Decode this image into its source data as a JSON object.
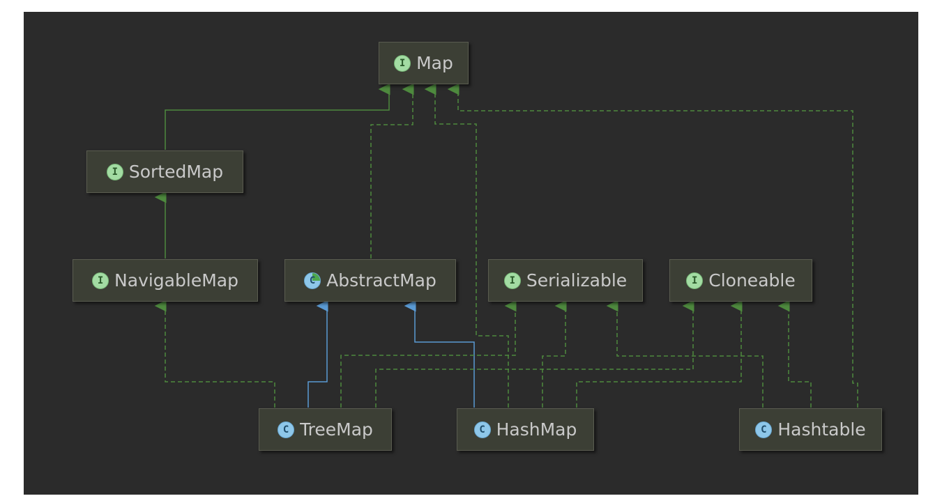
{
  "diagram": {
    "nodes": {
      "map": {
        "label": "Map",
        "kind": "interface",
        "badge": "I"
      },
      "sorted_map": {
        "label": "SortedMap",
        "kind": "interface",
        "badge": "I"
      },
      "navigable_map": {
        "label": "NavigableMap",
        "kind": "interface",
        "badge": "I"
      },
      "abstract_map": {
        "label": "AbstractMap",
        "kind": "abstract",
        "badge": "C"
      },
      "serializable": {
        "label": "Serializable",
        "kind": "interface",
        "badge": "I"
      },
      "cloneable": {
        "label": "Cloneable",
        "kind": "interface",
        "badge": "I"
      },
      "tree_map": {
        "label": "TreeMap",
        "kind": "class",
        "badge": "C"
      },
      "hash_map": {
        "label": "HashMap",
        "kind": "class",
        "badge": "C"
      },
      "hashtable": {
        "label": "Hashtable",
        "kind": "class",
        "badge": "C"
      }
    },
    "edges": [
      {
        "from": "SortedMap",
        "to": "Map",
        "relation": "extends"
      },
      {
        "from": "NavigableMap",
        "to": "SortedMap",
        "relation": "extends"
      },
      {
        "from": "AbstractMap",
        "to": "Map",
        "relation": "implements"
      },
      {
        "from": "HashMap",
        "to": "Map",
        "relation": "implements"
      },
      {
        "from": "Hashtable",
        "to": "Map",
        "relation": "implements"
      },
      {
        "from": "TreeMap",
        "to": "NavigableMap",
        "relation": "implements"
      },
      {
        "from": "TreeMap",
        "to": "AbstractMap",
        "relation": "extends"
      },
      {
        "from": "HashMap",
        "to": "AbstractMap",
        "relation": "extends"
      },
      {
        "from": "TreeMap",
        "to": "Serializable",
        "relation": "implements"
      },
      {
        "from": "HashMap",
        "to": "Serializable",
        "relation": "implements"
      },
      {
        "from": "Hashtable",
        "to": "Serializable",
        "relation": "implements"
      },
      {
        "from": "TreeMap",
        "to": "Cloneable",
        "relation": "implements"
      },
      {
        "from": "HashMap",
        "to": "Cloneable",
        "relation": "implements"
      },
      {
        "from": "Hashtable",
        "to": "Cloneable",
        "relation": "implements"
      }
    ],
    "colors": {
      "background": "#2b2b2b",
      "interface_edge": "#4e8a3e",
      "class_edge": "#5b9bd5",
      "node_fill": "#3c3f35",
      "text": "#c9c9c9"
    }
  }
}
